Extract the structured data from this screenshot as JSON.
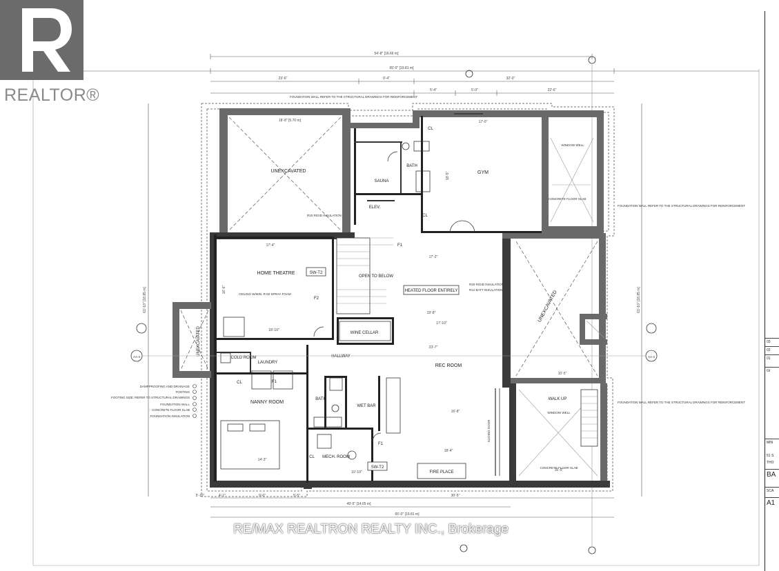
{
  "branding": {
    "realtor_logo": "REALTOR®",
    "brokerage": "RE/MAX REALTRON REALTY INC., Brokerage"
  },
  "rooms": {
    "unexcavated_1": "UNEXCAVATED",
    "unexcavated_2": "UNEXCAVATED",
    "unexcavated_3": "UNEXCAVATED",
    "gym": "GYM",
    "sauna": "SAUNA",
    "bath_upper": "BATH",
    "cl_upper": "CL",
    "cl_gym": "CL",
    "elev": "ELEV.",
    "window_well_1": "WINDOW WELL",
    "window_well_2": "WINDOW WELL",
    "home_theatre": "HOME THEATRE",
    "open_below": "OPEN TO BELOW",
    "heated_floor": "HEATED FLOOR ENTIRELY",
    "wine_cellar": "WINE CELLAR",
    "hallway": "HALLWAY",
    "cold_room": "COLD ROOM",
    "laundry": "LAUNDRY",
    "rec_room": "REC ROOM",
    "nanny_room": "NANNY ROOM",
    "bath_lower": "BATH",
    "wet_bar": "WET BAR",
    "mech_room": "MECH. ROOM",
    "cl_mech": "CL",
    "cl_laundry": "CL",
    "walk_up": "WALK UP",
    "fire_place": "FIRE PLACE",
    "concrete_floor_slab_1": "CONCRETE FLOOR SLAB",
    "concrete_floor_slab_2": "CONCRETE FLOOR SLAB",
    "sliding_door": "SLIDING DOOR"
  },
  "tags": {
    "sw_t2_a": "SW-T2",
    "sw_t2_b": "SW-T2",
    "f1_a": "F1",
    "f1_b": "F1",
    "f1_c": "F1",
    "f2": "F2",
    "section_left": "AA-3",
    "section_right": "AA-3"
  },
  "dimensions": {
    "top_1": "54'-8\" [16.66 m]",
    "top_2": "65'-0\" [19.81 m]",
    "top_3a": "23'-6\"",
    "top_3b": "9'-4\"",
    "top_3c": "32'-0\"",
    "top_4a": "5'-4\"",
    "top_4b": "5'-0\"",
    "top_4c": "22'-6\"",
    "unexc_w": "18'-8\" [5.70 m]",
    "gym_w": "17'-0\"",
    "gym_l": "18'-5\"",
    "theatre_w": "17'-4\"",
    "theatre_h": "18'-10\"",
    "theatre_l": "16'-6\"",
    "hall_w": "17'-2\"",
    "rec_w": "19'-8\"",
    "rec_w2": "17'-10\"",
    "rec_w3": "23'-7\"",
    "rec_l": "16'-8\"",
    "rec_l2": "18'-4\"",
    "nanny_w": "14'-3\"",
    "mech_w": "10'-10\"",
    "walkup_w": "16'-5\"",
    "walkup_l": "10'-5\"",
    "bottom_1": "49'-5\" [14.65 m]",
    "bottom_2": "65'-0\" [19.81 m]",
    "left_1": "61'-10\" [18.85 m]",
    "right_1": "61'-10\" [18.85 m]",
    "btm_a": "5'-10\"",
    "btm_b": "4'-1\"",
    "btm_c": "9'-0\"",
    "btm_d": "30'-5\"",
    "btm_e": "5'-5\""
  },
  "notes": {
    "foundation_top": "FOUNDATION WALL REFER TO THE STRUCTURAL DRAWINGS FOR REINFORCEMENT",
    "foundation_right_1": "FOUNDATION WALL REFER TO THE STRUCTURAL DRAWINGS FOR REINFORCEMENT",
    "foundation_right_2": "FOUNDATION WALL REFER TO THE STRUCTURAL DRAWINGS FOR REINFORCEMENT",
    "ceiling": "CEILING W/MIN. R-60 SPRAY FOAM",
    "insulation_1": "R20 RIGID INSULATION",
    "insulation_2": "R12 BATT INSULATION",
    "insulation_3": "R20 RIGID INSULATION",
    "legend_1": "DAMPPROOFING AND DRAINAGE",
    "legend_2": "FOOTING",
    "legend_3": "FOOTING SIZE: REFER TO STRUCTURAL DRAWINGS",
    "legend_4": "FOUNDATION WALL",
    "legend_5": "CONCRETE FLOOR SLAB",
    "legend_6": "FOUNDATION INSULATION"
  },
  "title_block": {
    "rev_3": "03",
    "rev_2": "02",
    "rev_1": "01",
    "gi": "GI",
    "min": "MIN",
    "addr_1": "51 S",
    "addr_2": "THO",
    "sheet": "BA",
    "sca": "SCA",
    "num": "A1"
  }
}
